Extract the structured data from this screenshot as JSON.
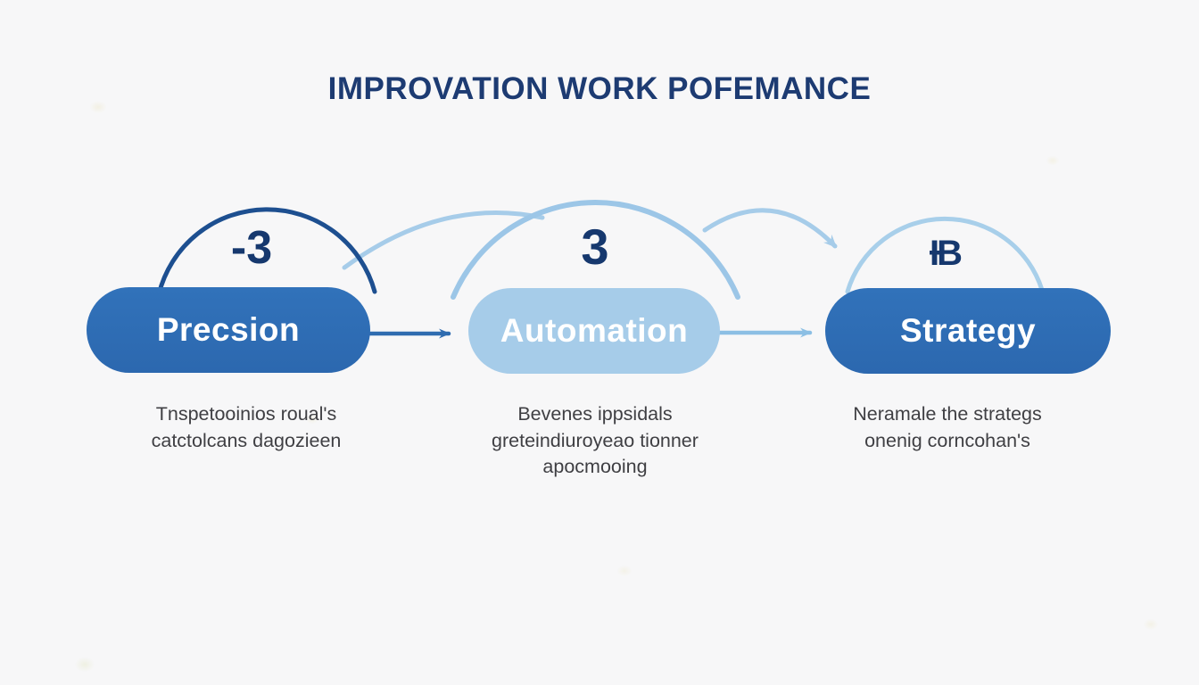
{
  "title": "IMPROVATION WORK POFEMANCE",
  "colors": {
    "background": "#f7f7f8",
    "title_text": "#1d3b72",
    "pill_primary": "#2e6cb4",
    "pill_light": "#a6cce9",
    "pill_text": "#ffffff",
    "arc_dark": "#1d4f90",
    "arc_light": "#9cc6e7",
    "arc_lighter": "#a8cfea",
    "curve_light": "#a6cce9",
    "arrow_dark": "#2f6cb0",
    "arrow_light": "#8cbfe4",
    "badge_text": "#16386e",
    "description_text": "#3f3f43"
  },
  "steps": [
    {
      "id": "precision",
      "badge": "-3",
      "label": "Precsion",
      "desc_lines": [
        "Tnspetooinios roual's",
        "catctolcans dagozieen"
      ]
    },
    {
      "id": "automation",
      "badge": "3",
      "label": "Automation",
      "desc_lines": [
        "Bevenes ippsidals",
        "greteindiuroyeao tionner",
        "apocmooing"
      ]
    },
    {
      "id": "strategy",
      "badge": "ƗB",
      "label": "Strategy",
      "desc_lines": [
        "Neramale the strategs",
        "onenig corncohan's"
      ]
    }
  ]
}
